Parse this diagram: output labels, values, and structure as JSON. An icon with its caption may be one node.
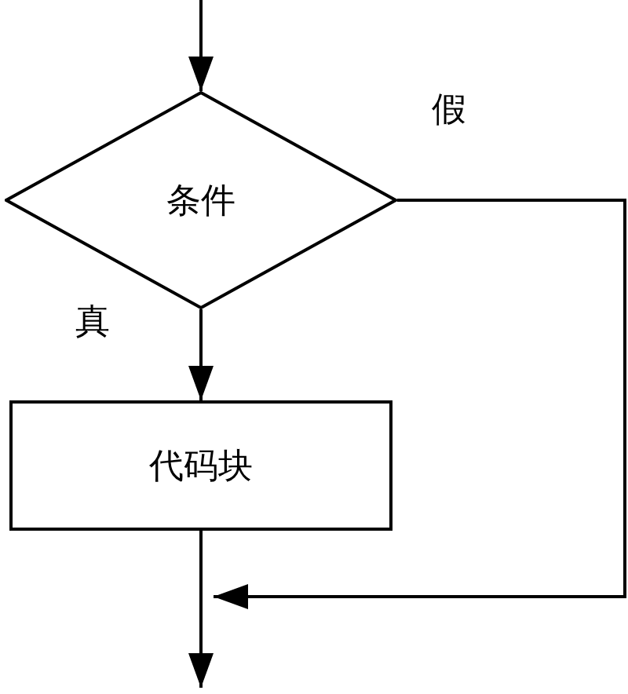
{
  "diagram": {
    "nodes": [
      {
        "text": [
          "条件"
        ]
      },
      {
        "text": [
          "代码块"
        ]
      }
    ],
    "edges": [
      {
        "from": null,
        "to": 0,
        "arrow": "to"
      },
      {
        "from": 0,
        "to": 1,
        "arrow": "to",
        "label": "真"
      },
      {
        "from": 0,
        "to": null,
        "arrow": "to",
        "label": "假"
      },
      {
        "from": 1,
        "to": null,
        "arrow": "to"
      }
    ]
  }
}
